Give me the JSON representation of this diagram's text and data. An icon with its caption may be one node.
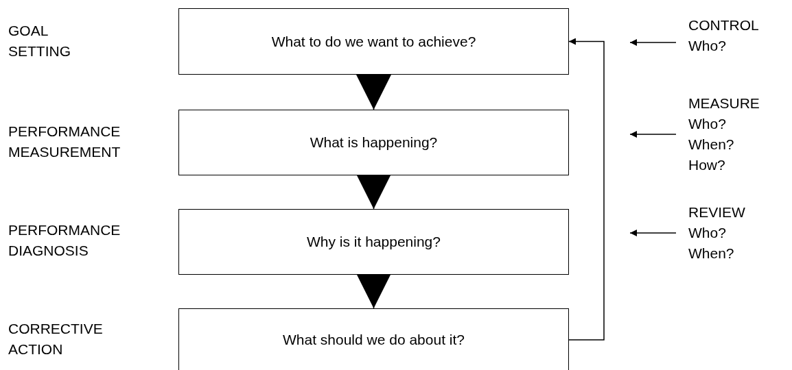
{
  "diagram": {
    "nodes": [
      {
        "text": [
          "What to do we want to achieve?"
        ]
      },
      {
        "text": [
          "What is happening?"
        ]
      },
      {
        "text": [
          "Why is it happening?"
        ]
      },
      {
        "text": [
          "What should we do about it?"
        ]
      },
      {
        "text": [
          "CONTROL",
          "Who?"
        ]
      },
      {
        "text": [
          "MEASURE",
          "Who? When? How?"
        ]
      },
      {
        "text": [
          "REVIEW",
          "Who? When?"
        ]
      }
    ],
    "edges": [
      {
        "from": 0,
        "to": 1,
        "arrow": "to"
      },
      {
        "from": 1,
        "to": 2,
        "arrow": "to"
      },
      {
        "from": 2,
        "to": 3,
        "arrow": "to"
      },
      {
        "from": 3,
        "to": 0,
        "arrow": "to"
      },
      {
        "from": 4,
        "to": null,
        "arrow": "to"
      },
      {
        "from": 5,
        "to": null,
        "arrow": "to"
      },
      {
        "from": 6,
        "to": null,
        "arrow": "to"
      }
    ],
    "labels": [
      "GOAL SETTING",
      "PERFORMANCE MEASUREMENT",
      "PERFORMANCE DIAGNOSIS",
      "CORRECTIVE ACTION"
    ]
  }
}
